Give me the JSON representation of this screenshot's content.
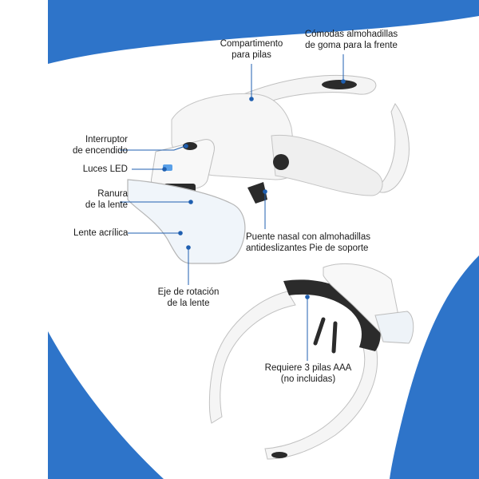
{
  "colors": {
    "accent_blue": "#2e74c9",
    "leader_line": "#1f5fb0",
    "callout_dot": "#1f5fb0",
    "product_white": "#f4f4f4",
    "product_shadow": "#c9c9c9",
    "rubber_dark": "#2b2b2b"
  },
  "labels": {
    "battery_compartment": "Compartimento\npara pilas",
    "forehead_pads": "Cómodas almohadillas\nde goma para la frente",
    "power_switch": "Interruptor\nde encendido",
    "led_lights": "Luces LED",
    "lens_slot": "Ranura\nde la lente",
    "acrylic_lens": "Lente acrílica",
    "nose_bridge": "Puente nasal con almohadillas\nantideslizantes Pie de soporte",
    "lens_rotation_axis": "Eje de rotación\nde la lente",
    "battery_requirement": "Requiere 3 pilas AAA\n(no incluidas)"
  }
}
